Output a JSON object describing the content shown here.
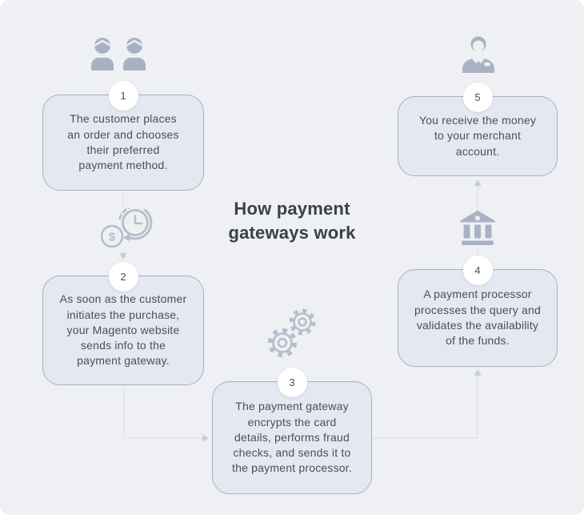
{
  "title": "How payment\ngateways work",
  "steps": [
    {
      "number": "1",
      "text": "The customer places\nan order and chooses\ntheir preferred\npayment method."
    },
    {
      "number": "2",
      "text": "As soon as the customer\ninitiates the purchase,\nyour Magento website\nsends info to the\npayment gateway."
    },
    {
      "number": "3",
      "text": "The payment gateway\nencrypts the card\ndetails, performs fraud\nchecks, and sends it to\nthe payment processor."
    },
    {
      "number": "4",
      "text": "A payment processor\nprocesses the query and\nvalidates the availability\nof the funds."
    },
    {
      "number": "5",
      "text": "You receive the money\nto your merchant\naccount."
    }
  ],
  "icons": {
    "customers": "two-customers-icon",
    "merchant": "merchant-person-icon",
    "money_clock": "money-and-clock-icon",
    "bank": "bank-building-icon",
    "gears": "processing-gears-icon",
    "dollar_sign": "$"
  },
  "colors": {
    "background": "#eef0f3",
    "box_fill": "#e4e8f1",
    "box_border": "#a8b0c0",
    "icon_solid": "#a9b2c4",
    "icon_outline": "#b7bdca",
    "connector_line": "#dfe3e9",
    "arrowhead": "#c7cdd7",
    "body_text": "#4a4f59",
    "title_text": "#3b4049",
    "badge_background": "#ffffff"
  }
}
